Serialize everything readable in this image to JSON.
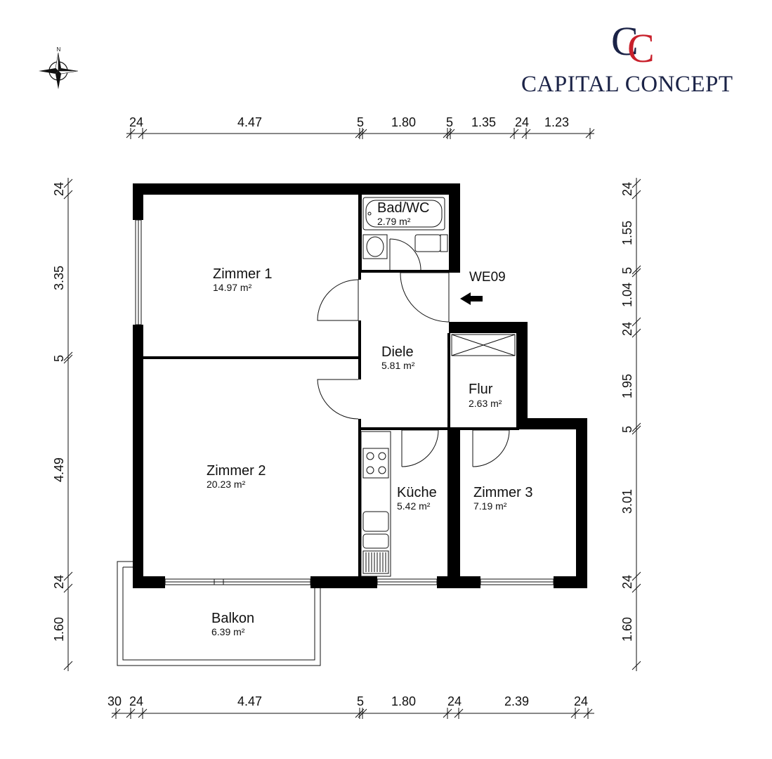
{
  "logo": {
    "monogram_1": "C",
    "monogram_2": "C",
    "brand_name": "CAPITAL CONCEPT"
  },
  "compass": {
    "north_label": "N"
  },
  "unit_label": "WE09",
  "rooms": [
    {
      "name": "Bad/WC",
      "area": "2.79 m²"
    },
    {
      "name": "Zimmer 1",
      "area": "14.97 m²"
    },
    {
      "name": "Diele",
      "area": "5.81 m²"
    },
    {
      "name": "Flur",
      "area": "2.63 m²"
    },
    {
      "name": "Zimmer 2",
      "area": "20.23 m²"
    },
    {
      "name": "Küche",
      "area": "5.42 m²"
    },
    {
      "name": "Zimmer 3",
      "area": "7.19 m²"
    },
    {
      "name": "Balkon",
      "area": "6.39 m²"
    }
  ],
  "dimensions": {
    "top": [
      "24",
      "4.47",
      "5",
      "1.80",
      "5",
      "1.35",
      "24",
      "1.23"
    ],
    "bottom": [
      "30",
      "24",
      "4.47",
      "5",
      "1.80",
      "24",
      "2.39",
      "24"
    ],
    "left": [
      "24",
      "3.35",
      "5",
      "4.49",
      "24",
      "1.60"
    ],
    "right": [
      "24",
      "1.55",
      "5",
      "1.04",
      "24",
      "1.95",
      "5",
      "3.01",
      "24",
      "1.60"
    ]
  },
  "colors": {
    "wall": "#000000",
    "brand_navy": "#1b2347",
    "brand_red": "#c8202b"
  }
}
